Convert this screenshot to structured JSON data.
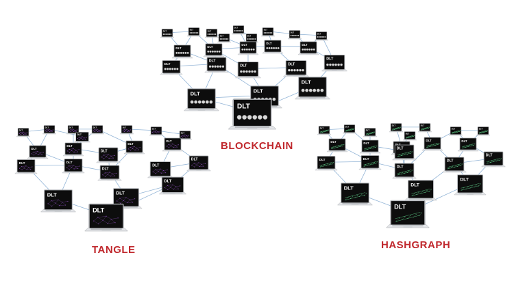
{
  "colors": {
    "label": "#c0282d",
    "link": "#7fa7cf",
    "screen": "#0d0d0d",
    "laptop_body": "#c9ccd0",
    "laptop_base": "#e4e6e9",
    "blockchain_block": "#d9d9d9",
    "tangle_node": "#a15ad6",
    "hashgraph_node": "#5fd18a"
  },
  "screen_text": "DLT",
  "networks": [
    {
      "key": "blockchain",
      "label": "BLOCKCHAIN",
      "icon": "blockchain-chain-icon"
    },
    {
      "key": "tangle",
      "label": "TANGLE",
      "icon": "tangle-dag-icon"
    },
    {
      "key": "hashgraph",
      "label": "HASHGRAPH",
      "icon": "hashgraph-icon"
    }
  ]
}
